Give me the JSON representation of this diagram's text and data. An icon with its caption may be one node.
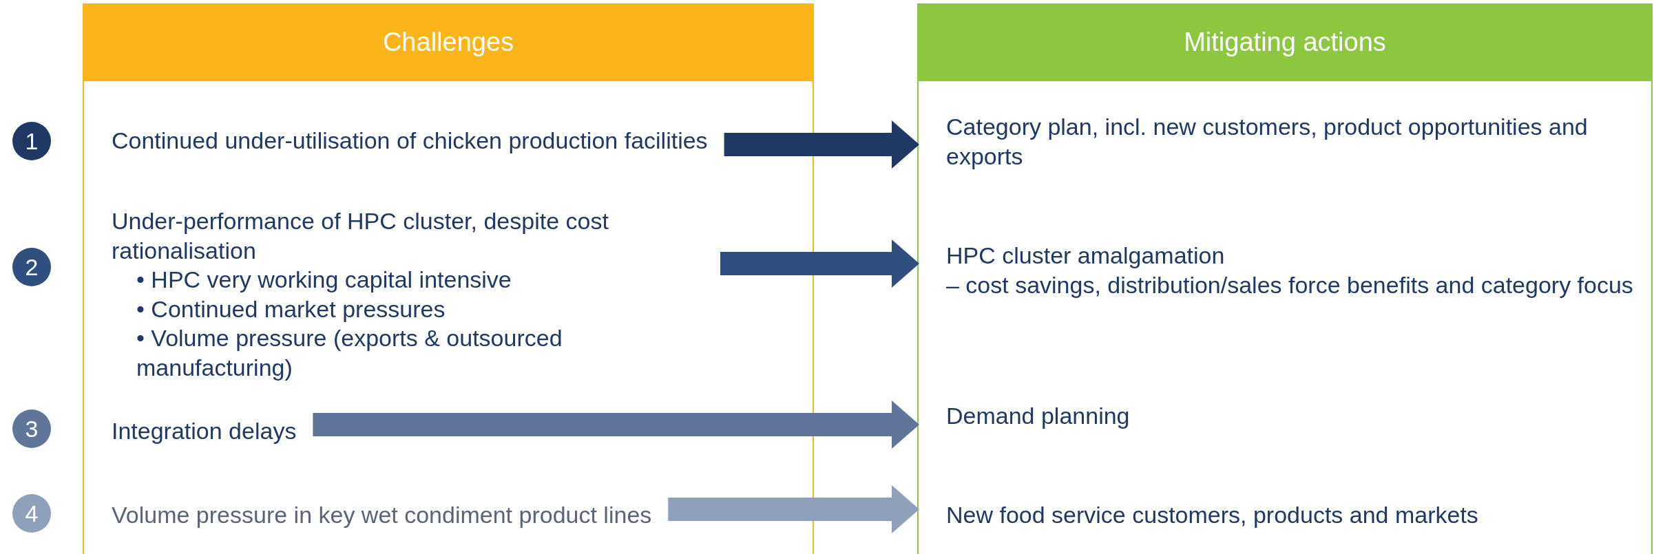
{
  "diagram": {
    "nodes": [
      {
        "text": [
          "Challenges"
        ]
      },
      {
        "text": [
          "Mitigating actions"
        ]
      },
      {
        "text": [
          "1"
        ]
      },
      {
        "text": [
          "Continued under-utilisation of chicken production facilities"
        ],
        "in": 0
      },
      {
        "text": [
          "Category plan, incl. new customers, product opportunities and exports"
        ],
        "in": 1
      },
      {
        "text": [
          "2"
        ]
      },
      {
        "text": [
          "Under-performance of HPC cluster, despite cost rationalisation",
          "• HPC very working capital intensive",
          "• Continued market pressures",
          "• Volume pressure (exports & outsourced manufacturing)"
        ],
        "in": 0
      },
      {
        "text": [
          "HPC cluster amalgamation",
          "– cost savings, distribution/sales force benefits and category focus"
        ],
        "in": 1
      },
      {
        "text": [
          "3"
        ]
      },
      {
        "text": [
          "Integration delays"
        ],
        "in": 0
      },
      {
        "text": [
          "Demand planning"
        ],
        "in": 1
      },
      {
        "text": [
          "4"
        ]
      },
      {
        "text": [
          "Volume pressure in key wet condiment product lines"
        ],
        "in": 0
      },
      {
        "text": [
          "New food service customers, products and markets"
        ],
        "in": 1
      }
    ],
    "edges": [
      {
        "from": 3,
        "to": 4,
        "arrow": "to",
        "color": "#1f3864"
      },
      {
        "from": 6,
        "to": 7,
        "arrow": "to",
        "color": "#2f4f7f"
      },
      {
        "from": 9,
        "to": 10,
        "arrow": "to",
        "color": "#5f7599"
      },
      {
        "from": 12,
        "to": 13,
        "arrow": "to",
        "color": "#8ea0ba"
      }
    ]
  }
}
